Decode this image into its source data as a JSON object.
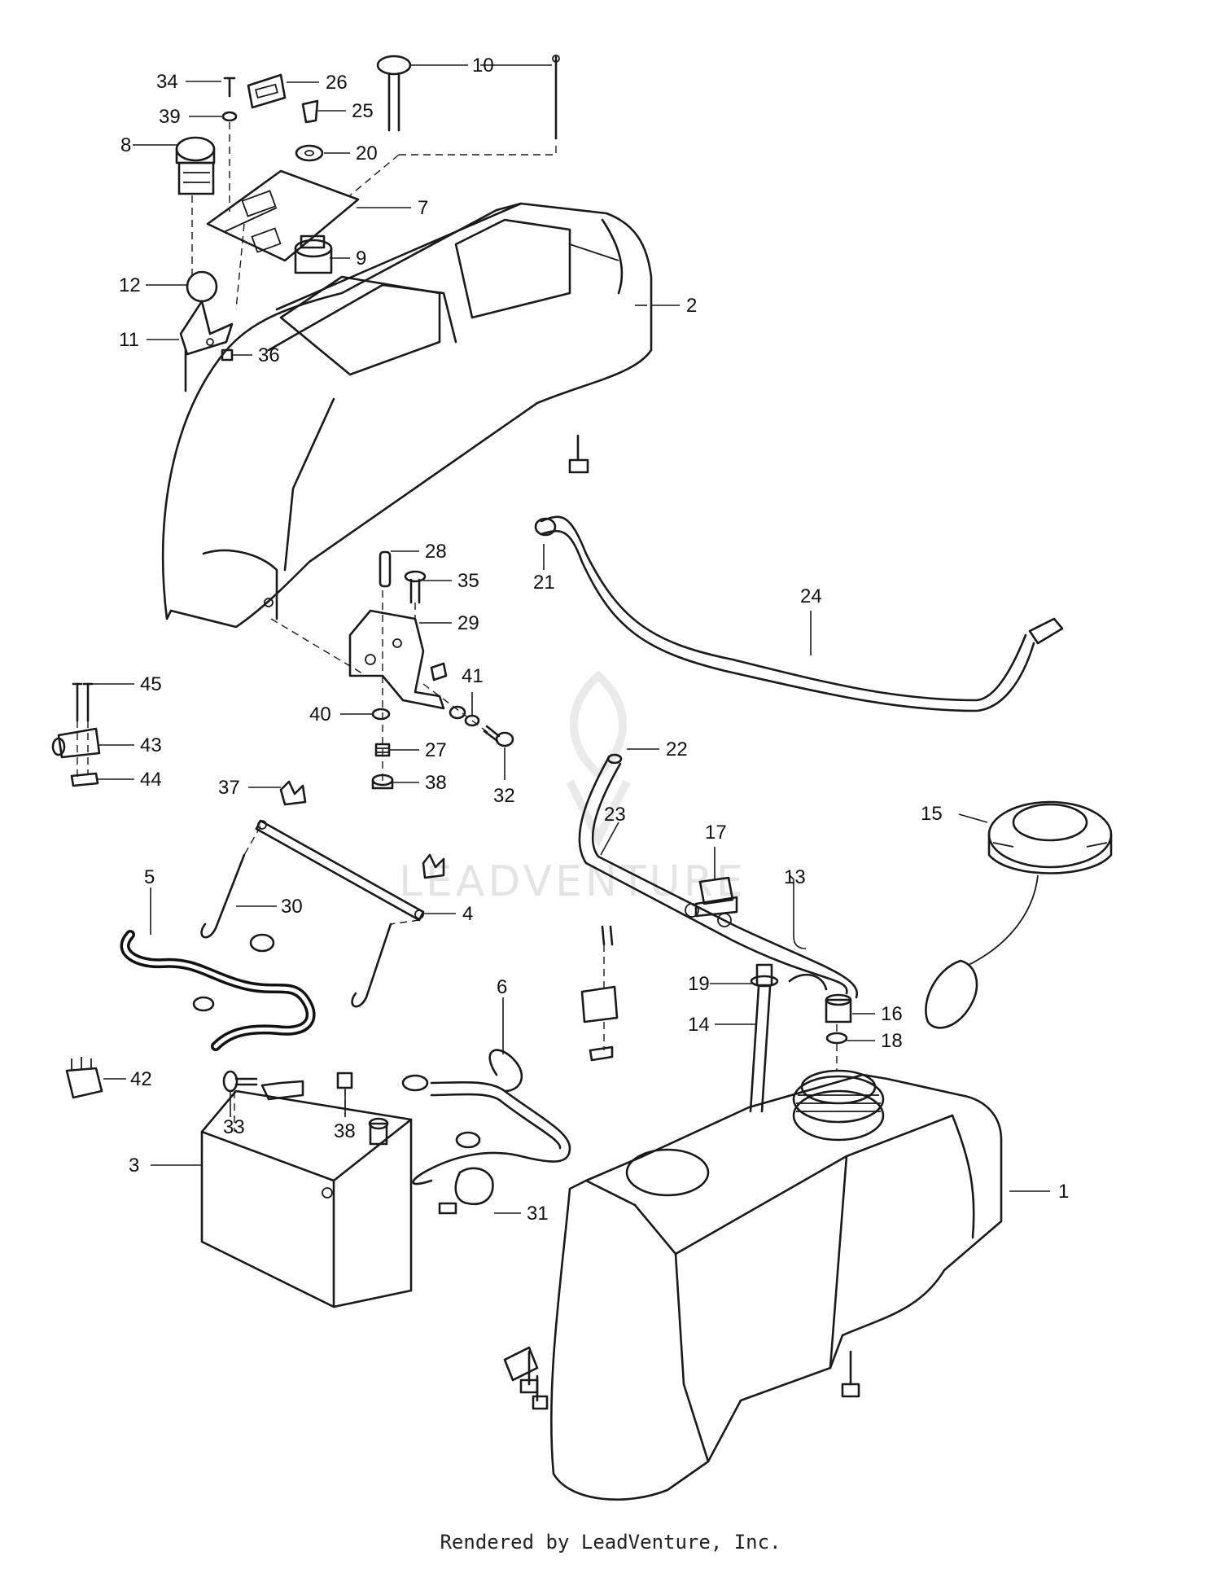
{
  "callouts": [
    "1",
    "2",
    "3",
    "4",
    "5",
    "6",
    "7",
    "8",
    "9",
    "10",
    "11",
    "12",
    "13",
    "14",
    "15",
    "16",
    "17",
    "18",
    "19",
    "20",
    "21",
    "22",
    "23",
    "24",
    "25",
    "26",
    "27",
    "28",
    "29",
    "30",
    "31",
    "32",
    "33",
    "34",
    "35",
    "36",
    "37",
    "38",
    "38",
    "39",
    "40",
    "41",
    "42",
    "43",
    "44",
    "45"
  ],
  "watermark": {
    "text": "LEADVENTURE",
    "color": "#cfcfcf"
  },
  "footer": {
    "text": "Rendered by LeadVenture, Inc."
  }
}
